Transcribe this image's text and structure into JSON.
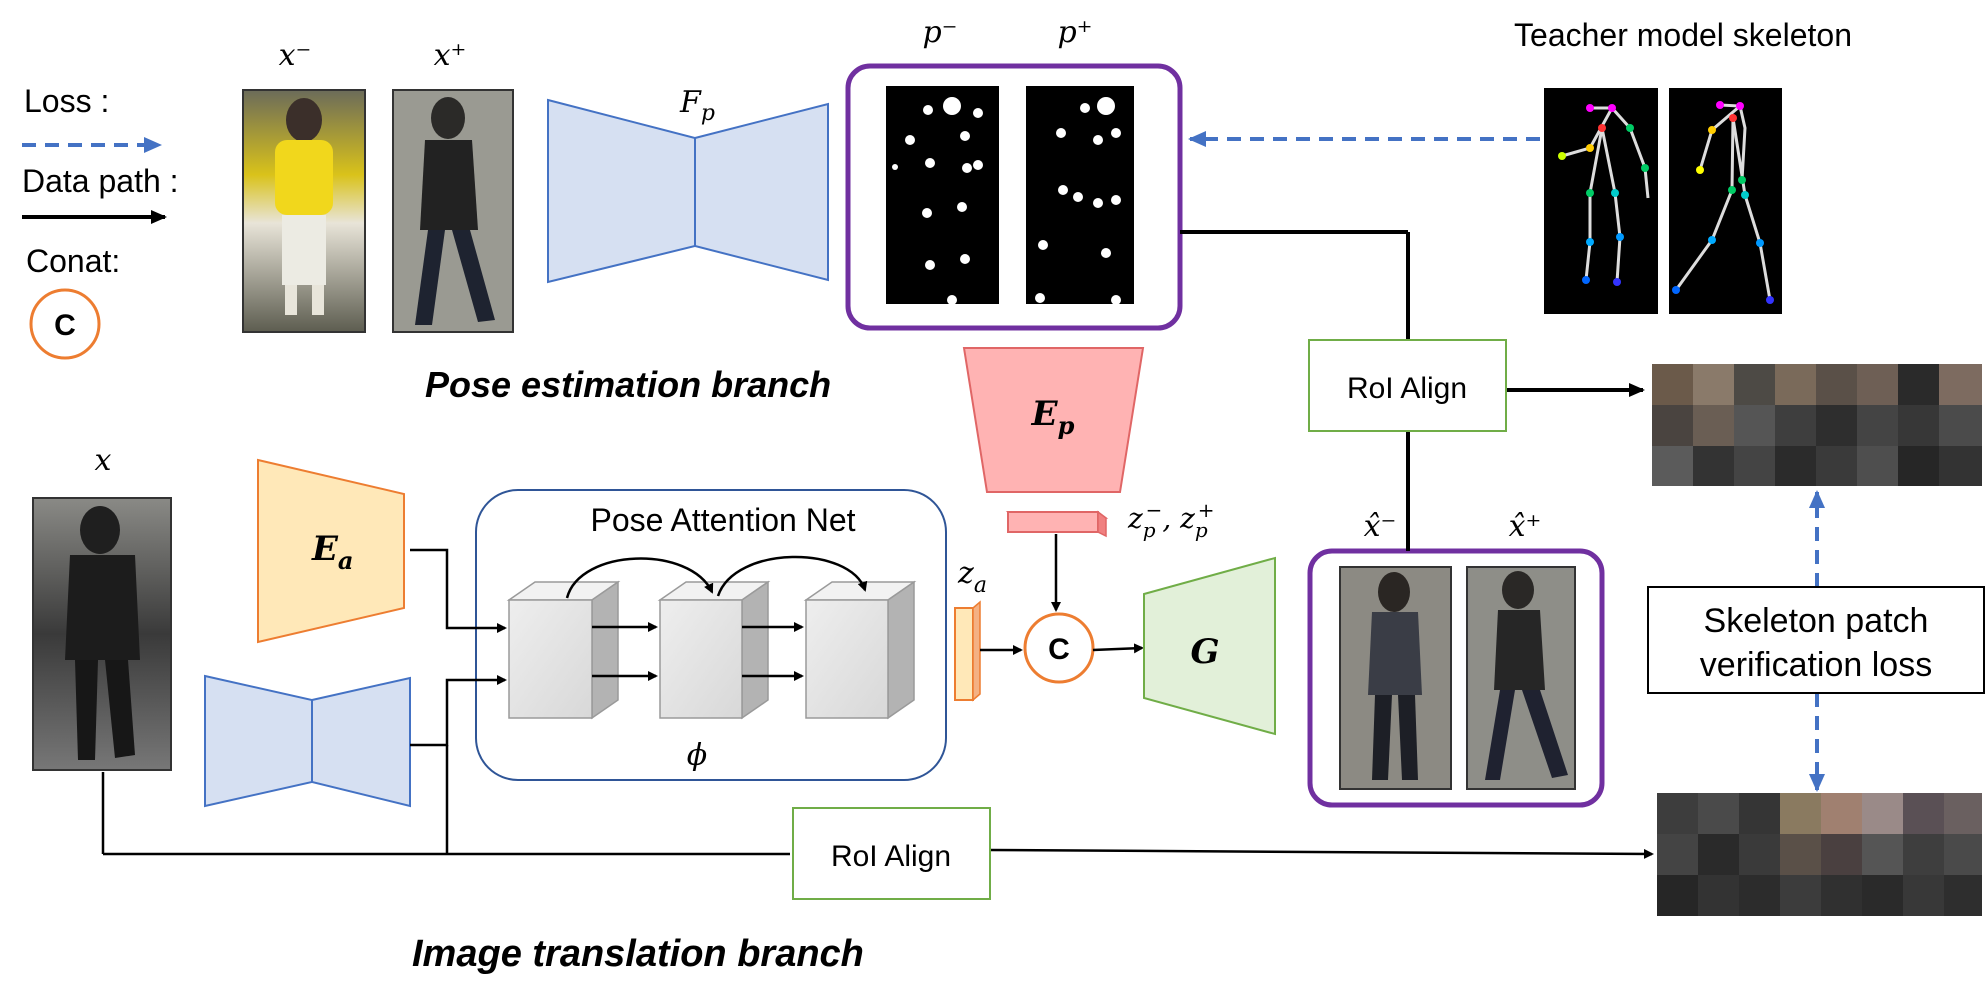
{
  "legend": {
    "loss_label": "Loss :",
    "data_path_label": "Data path :",
    "concat_label": "Conat:",
    "concat_symbol": "C"
  },
  "branches": {
    "pose_branch_label": "Pose estimation branch",
    "image_branch_label": "Image translation branch"
  },
  "inputs": {
    "x_minus": "x⁻",
    "x_plus": "x⁺",
    "x": "x"
  },
  "modules": {
    "fp": "F",
    "fp_sub": "p",
    "ep": "E",
    "ep_sub": "p",
    "ea": "E",
    "ea_sub": "a",
    "g": "G",
    "pose_attention_title": "Pose Attention Net",
    "phi": "ϕ",
    "za": "z",
    "za_sub": "a",
    "zp": "z₊p₋",
    "concat_symbol": "C"
  },
  "latent": {
    "zp_text": "z",
    "zp_sub_minus": "p",
    "zp_sup_minus": "−",
    "zp_sub_plus": "p",
    "zp_sup_plus": "+"
  },
  "heatmaps": {
    "p_minus": "p⁻",
    "p_plus": "p⁺"
  },
  "teacher": {
    "title": "Teacher model skeleton"
  },
  "generated": {
    "xhat_minus": "x̂⁻",
    "xhat_plus": "x̂⁺"
  },
  "roi": {
    "top_label": "RoI Align",
    "bottom_label": "RoI Align"
  },
  "verification": {
    "line1": "Skeleton patch",
    "line2": "verification loss"
  },
  "colors": {
    "loss_arrow": "#4472C4",
    "data_arrow": "#000000",
    "concat_ring": "#ED7D31",
    "purple_frame": "#7030A0",
    "roi_border": "#70AD47",
    "encoder_blue_fill": "#D6E0F2",
    "encoder_blue_stroke": "#4472C4",
    "ep_fill": "#FFB3B3",
    "ep_stroke": "#E06666",
    "ea_fill": "#FFE8B8",
    "ea_stroke": "#ED7D31",
    "g_fill": "#E2F0D9",
    "g_stroke": "#70AD47",
    "panel_stroke": "#2F5597"
  }
}
